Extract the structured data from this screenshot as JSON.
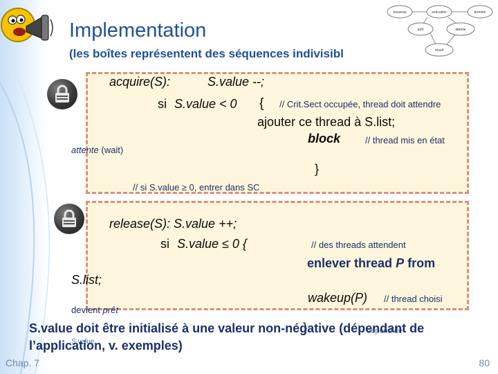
{
  "slide": {
    "title": "Implementation",
    "subtitle": "(les boîtes représentent des séquences indivisibl",
    "footer_left": "Chap. 7",
    "page_number": "80"
  },
  "box1": {
    "acquire_sig": "acquire(S):",
    "acquire_dec": "S.value --;",
    "if_kw": "si",
    "if_cond": "S.value < 0",
    "open_brace": "{",
    "comment_busy": "// Crit.Sect occupée, thread doit attendre",
    "add_line": "ajouter ce thread à S.list;",
    "block_kw": "block",
    "comment_wait": "// thread mis en état",
    "close_brace": "}",
    "comment_enter": "// si S.value ≥ 0, entrer dans SC"
  },
  "overflow1": {
    "attente": "attente",
    "wait": "(wait)"
  },
  "box2": {
    "release_sig": "release(S): S.value ++;",
    "if_kw": "si",
    "if_cond": "S.value ≤ 0 {",
    "comment_threads": "// des threads attendent",
    "remove_line": "enlever thread",
    "remove_p": "P",
    "remove_from": "from",
    "wakeup": "wakeup(P)",
    "comment_chosen": "// thread choisi"
  },
  "overflow2": {
    "slist": "S.list;",
    "devient": "devient",
    "pret": "prêt",
    "close_brace": "}"
  },
  "note": {
    "line1": "S.value doit être initialisé à une valeur non-négative (dépendant de",
    "line2": "l’application, v. exemples)",
    "overlap_fragment": "S.value",
    "overlap_tail": "dépend de"
  },
  "state_diagram": {
    "n1": "nouveau",
    "n2": "prêt",
    "n3": "exécution",
    "n4": "terminé",
    "n5": "attente",
    "n6": "réveil"
  },
  "colors": {
    "title": "#1f4f9b",
    "box_fill": "#fdf6dc",
    "box_border": "#d98f7b",
    "comment": "#1a2f6b",
    "footer": "#6d8bb3"
  },
  "icons": [
    "mascot-shouting-icon",
    "lock-icon",
    "state-diagram-thumbnail"
  ]
}
